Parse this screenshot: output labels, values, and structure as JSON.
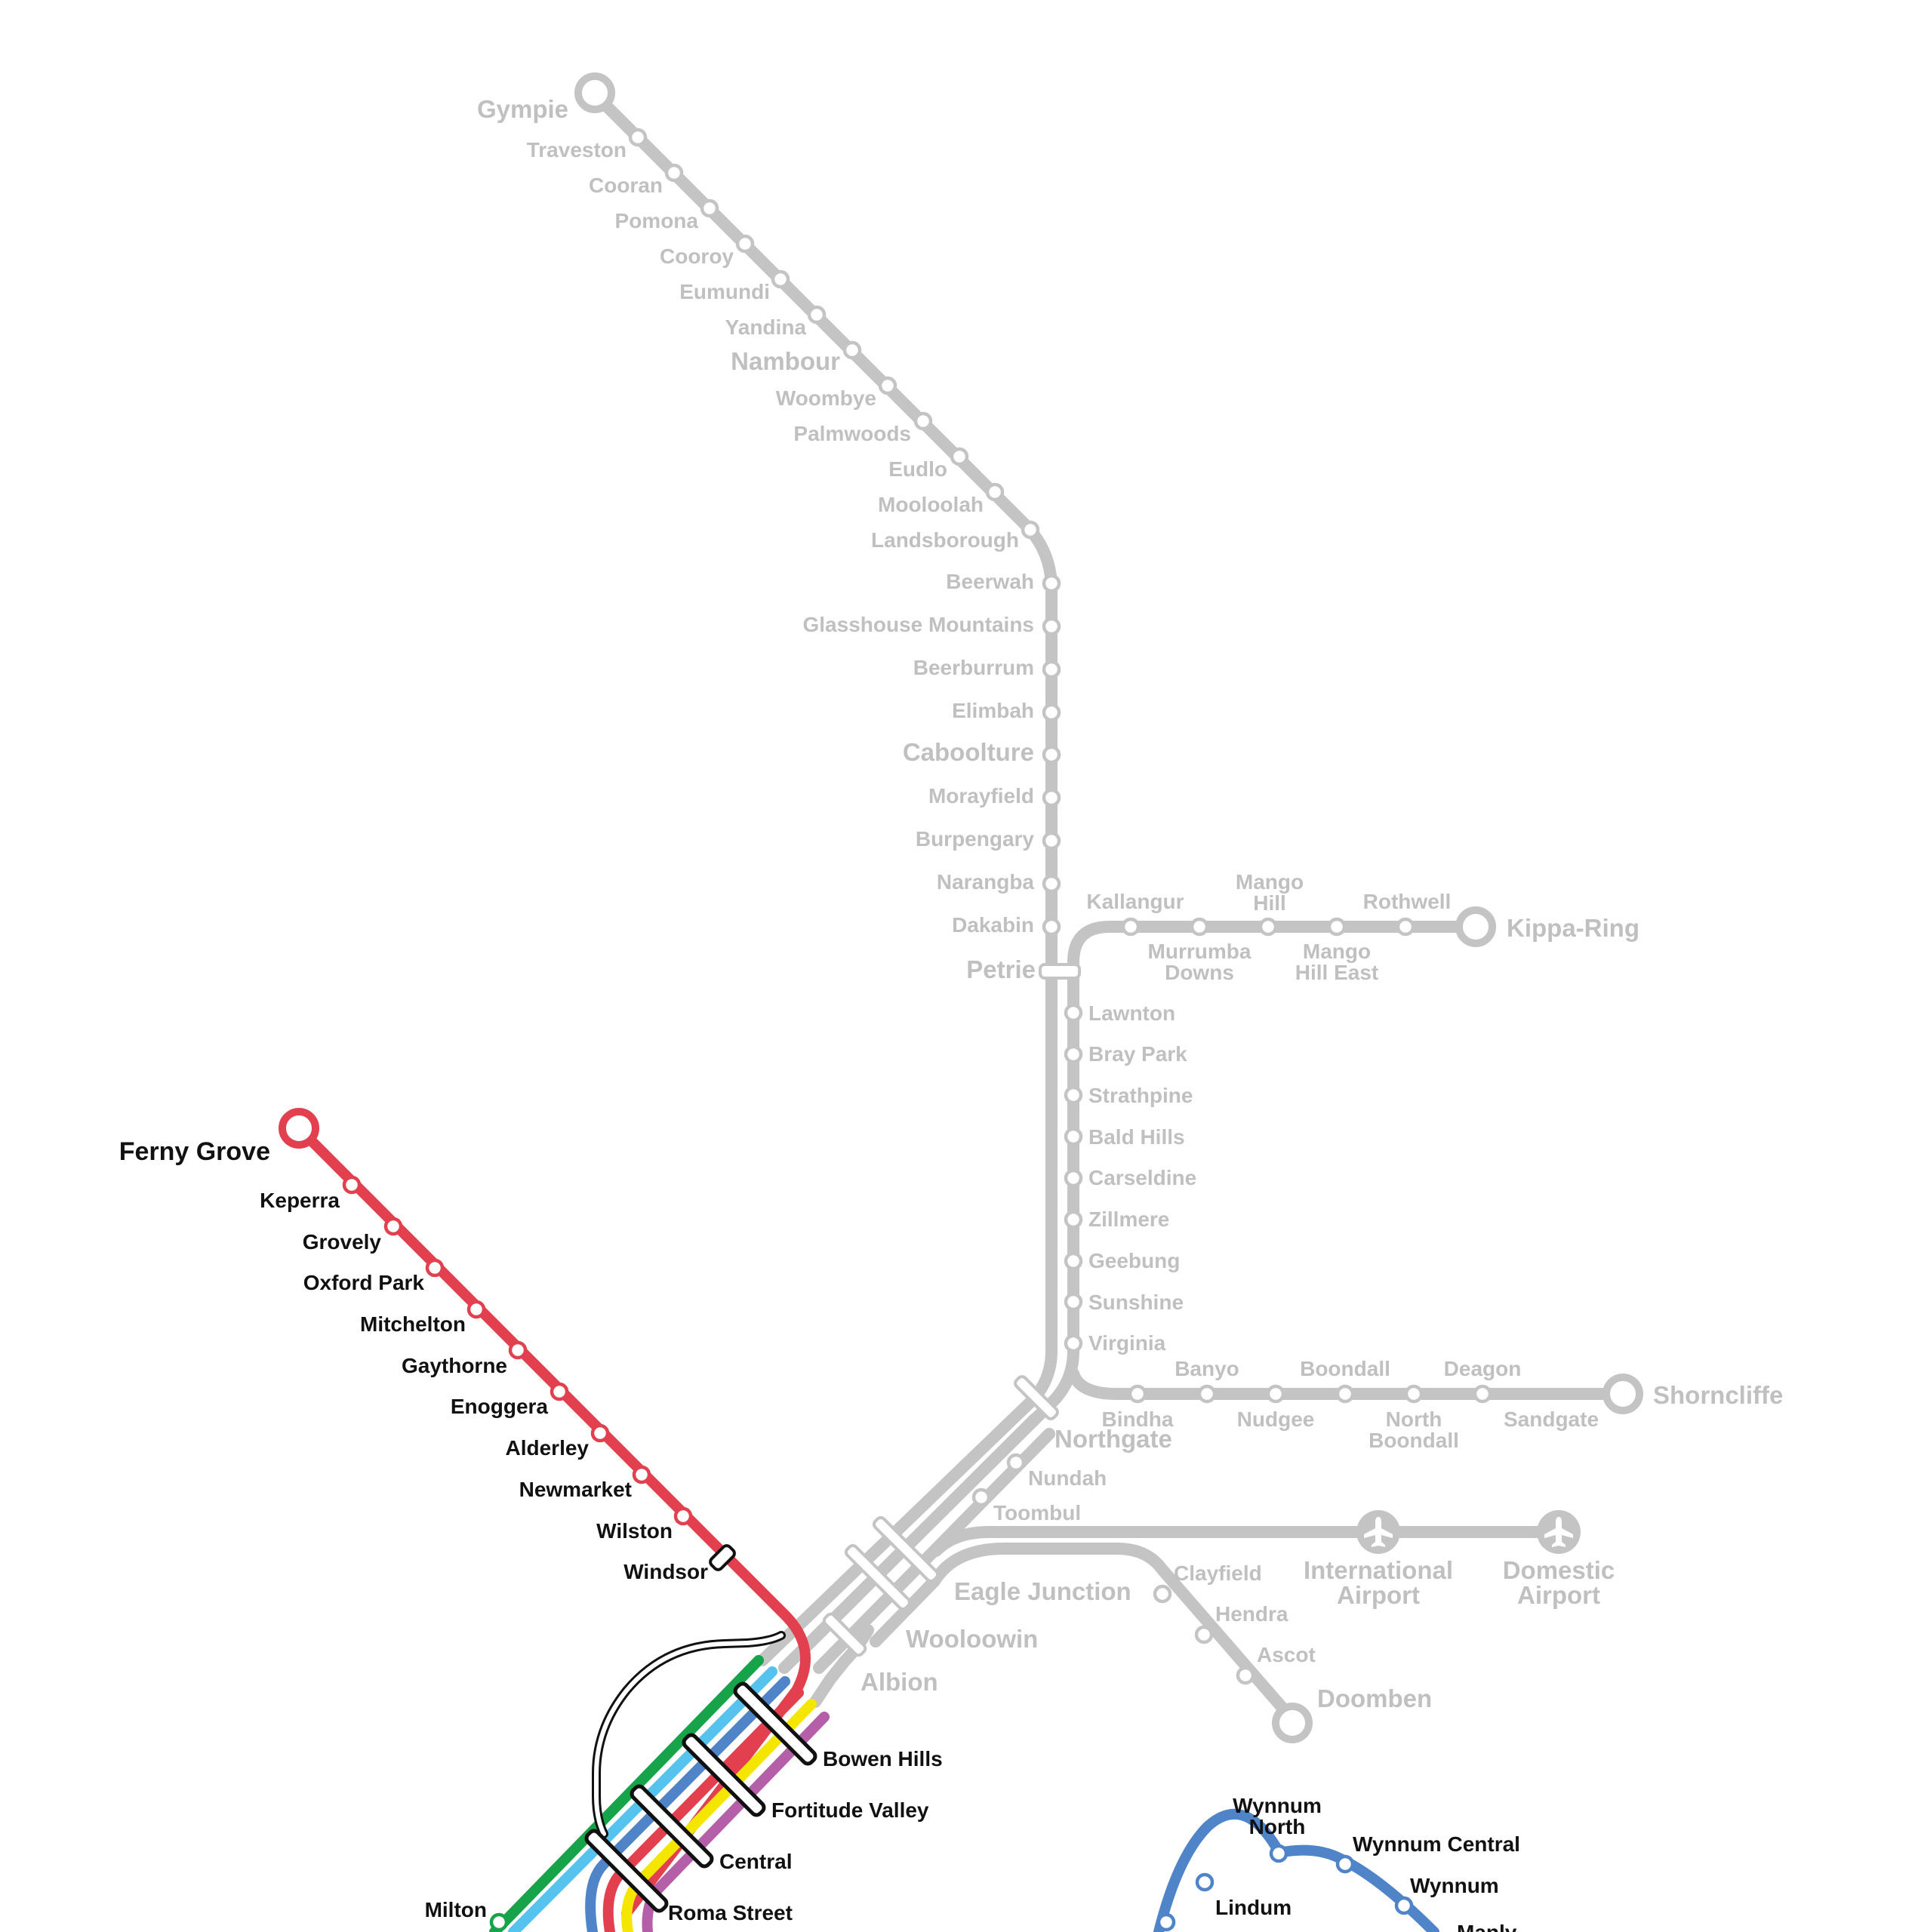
{
  "colors": {
    "grey_line": "#c4c4c4",
    "red_line": "#e2404e",
    "green_line": "#16a34a",
    "light_blue_line": "#56c3ee",
    "blue_line": "#4f84c9",
    "yellow_line": "#f5e600",
    "purple_line": "#b45fa8",
    "black_line": "#111111"
  },
  "icons": [
    "airplane-icon",
    "interchange-station-icon",
    "terminus-station-icon",
    "station-stop-icon"
  ],
  "stations": {
    "gympie": "Gympie",
    "traveston": "Traveston",
    "cooran": "Cooran",
    "pomona": "Pomona",
    "cooroy": "Cooroy",
    "eumundi": "Eumundi",
    "yandina": "Yandina",
    "nambour": "Nambour",
    "woombye": "Woombye",
    "palmwoods": "Palmwoods",
    "eudlo": "Eudlo",
    "mooloolah": "Mooloolah",
    "landsborough": "Landsborough",
    "beerwah": "Beerwah",
    "glasshouse": "Glasshouse Mountains",
    "beerburrum": "Beerburrum",
    "elimbah": "Elimbah",
    "caboolture": "Caboolture",
    "morayfield": "Morayfield",
    "burpengary": "Burpengary",
    "narangba": "Narangba",
    "dakabin": "Dakabin",
    "petrie": "Petrie",
    "kallangur": "Kallangur",
    "mango_hill_1": "Mango",
    "mango_hill_2": "Hill",
    "rothwell": "Rothwell",
    "kippa_ring": "Kippa-Ring",
    "murrumba_1": "Murrumba",
    "murrumba_2": "Downs",
    "mango_hill_east_1": "Mango",
    "mango_hill_east_2": "Hill East",
    "lawnton": "Lawnton",
    "bray_park": "Bray Park",
    "strathpine": "Strathpine",
    "bald_hills": "Bald Hills",
    "carseldine": "Carseldine",
    "zillmere": "Zillmere",
    "geebung": "Geebung",
    "sunshine": "Sunshine",
    "virginia": "Virginia",
    "banyo": "Banyo",
    "boondall": "Boondall",
    "deagon": "Deagon",
    "shorncliffe": "Shorncliffe",
    "bindha": "Bindha",
    "nudgee": "Nudgee",
    "north_boondall_1": "North",
    "north_boondall_2": "Boondall",
    "sandgate": "Sandgate",
    "northgate": "Northgate",
    "nundah": "Nundah",
    "toombul": "Toombul",
    "eagle_junction": "Eagle Junction",
    "clayfield": "Clayfield",
    "hendra": "Hendra",
    "ascot": "Ascot",
    "doomben": "Doomben",
    "intl_airport_1": "International",
    "intl_airport_2": "Airport",
    "dom_airport_1": "Domestic",
    "dom_airport_2": "Airport",
    "wooloowin": "Wooloowin",
    "albion": "Albion",
    "ferny_grove": "Ferny Grove",
    "keperra": "Keperra",
    "grovely": "Grovely",
    "oxford_park": "Oxford Park",
    "mitchelton": "Mitchelton",
    "gaythorne": "Gaythorne",
    "enoggera": "Enoggera",
    "alderley": "Alderley",
    "newmarket": "Newmarket",
    "wilston": "Wilston",
    "windsor": "Windsor",
    "bowen_hills": "Bowen Hills",
    "fortitude_valley": "Fortitude Valley",
    "central": "Central",
    "roma_street": "Roma Street",
    "milton": "Milton",
    "wynnum_north_1": "Wynnum",
    "wynnum_north_2": "North",
    "wynnum_central": "Wynnum Central",
    "wynnum": "Wynnum",
    "lindum": "Lindum",
    "manly": "Manly"
  }
}
